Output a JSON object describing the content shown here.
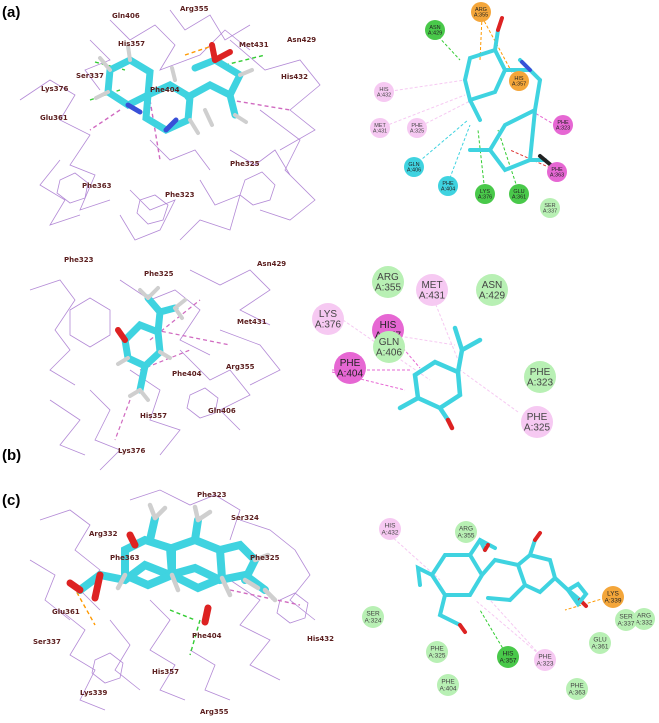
{
  "panels": [
    {
      "label": "(a)"
    },
    {
      "label": "(b)"
    },
    {
      "label": "(c)"
    }
  ],
  "panel1": {
    "labels3d": [
      "Gln406",
      "Arg355",
      "His357",
      "Met431",
      "Asn429",
      "Ser337",
      "Lys376",
      "Phe404",
      "His432",
      "Glu361",
      "Phe325",
      "Phe363",
      "Phe323"
    ],
    "residues": [
      {
        "name": "ASN",
        "chain": "A:429",
        "type": "hbond"
      },
      {
        "name": "ARG",
        "chain": "A:355",
        "type": "electrostatic"
      },
      {
        "name": "HIS",
        "chain": "A:432",
        "type": "alkyl"
      },
      {
        "name": "HIS",
        "chain": "A:357",
        "type": "electrostatic"
      },
      {
        "name": "MET",
        "chain": "A:431",
        "type": "alkyl"
      },
      {
        "name": "PHE",
        "chain": "A:325",
        "type": "alkyl"
      },
      {
        "name": "PHE",
        "chain": "A:323",
        "type": "pi"
      },
      {
        "name": "GLN",
        "chain": "A:406",
        "type": "carbon"
      },
      {
        "name": "PHE",
        "chain": "A:404",
        "type": "carbon"
      },
      {
        "name": "LYS",
        "chain": "A:376",
        "type": "hbond"
      },
      {
        "name": "GLU",
        "chain": "A:361",
        "type": "hbond"
      },
      {
        "name": "PHE",
        "chain": "A:363",
        "type": "pi"
      },
      {
        "name": "SER",
        "chain": "A:337",
        "type": "vdw"
      }
    ]
  },
  "panel2": {
    "labels3d": [
      "Phe323",
      "Phe325",
      "Asn429",
      "Met431",
      "Phe404",
      "Arg355",
      "His357",
      "Gln406",
      "Lys376"
    ],
    "residues": [
      {
        "name": "ARG",
        "chain": "A:355",
        "type": "vdw"
      },
      {
        "name": "MET",
        "chain": "A:431",
        "type": "alkyl"
      },
      {
        "name": "ASN",
        "chain": "A:429",
        "type": "vdw"
      },
      {
        "name": "LYS",
        "chain": "A:376",
        "type": "alkyl"
      },
      {
        "name": "HIS",
        "chain": "A:357",
        "type": "pi"
      },
      {
        "name": "GLN",
        "chain": "A:406",
        "type": "vdw"
      },
      {
        "name": "PHE",
        "chain": "A:404",
        "type": "pi"
      },
      {
        "name": "PHE",
        "chain": "A:323",
        "type": "vdw"
      },
      {
        "name": "PHE",
        "chain": "A:325",
        "type": "alkyl"
      }
    ]
  },
  "panel3": {
    "labels3d": [
      "Phe323",
      "Ser324",
      "Arg332",
      "Phe363",
      "Phe325",
      "Glu361",
      "Ser337",
      "Phe404",
      "His357",
      "His432",
      "Lys339",
      "Arg355"
    ],
    "residues": [
      {
        "name": "HIS",
        "chain": "A:432",
        "type": "alkyl"
      },
      {
        "name": "ARG",
        "chain": "A:355",
        "type": "vdw"
      },
      {
        "name": "LYS",
        "chain": "A:339",
        "type": "electrostatic"
      },
      {
        "name": "ARG",
        "chain": "A:332",
        "type": "vdw"
      },
      {
        "name": "SER",
        "chain": "A:324",
        "type": "vdw"
      },
      {
        "name": "SER",
        "chain": "A:337",
        "type": "vdw"
      },
      {
        "name": "GLU",
        "chain": "A:361",
        "type": "vdw"
      },
      {
        "name": "PHE",
        "chain": "A:325",
        "type": "vdw"
      },
      {
        "name": "HIS",
        "chain": "A:357",
        "type": "hbond"
      },
      {
        "name": "PHE",
        "chain": "A:323",
        "type": "alkyl"
      },
      {
        "name": "PHE",
        "chain": "A:404",
        "type": "vdw"
      },
      {
        "name": "PHE",
        "chain": "A:363",
        "type": "vdw"
      }
    ]
  },
  "colors": {
    "hbond": "#49c94a",
    "vdw": "#b8f0b4",
    "electrostatic": "#f4a63a",
    "alkyl": "#f6c9f2",
    "pi": "#e667d3",
    "carbon": "#3fd3e0",
    "ligand": "#3fd3e0",
    "wire": "#b38ad6",
    "label3d": "#5b1e1e"
  }
}
